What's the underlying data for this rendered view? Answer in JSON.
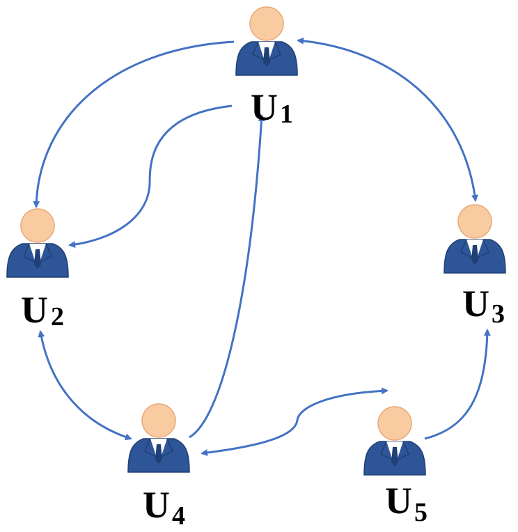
{
  "colors": {
    "edge": "#4472C4",
    "suit": "#2E5597",
    "suit_dark": "#1F3F75",
    "skin": "#F9CBA0",
    "skin_outline": "#E8A878",
    "shirt": "#FFFFFF"
  },
  "nodes": [
    {
      "id": "u1",
      "label_main": "U",
      "label_sub": "1",
      "icon": "user-icon"
    },
    {
      "id": "u2",
      "label_main": "U",
      "label_sub": "2",
      "icon": "user-icon"
    },
    {
      "id": "u3",
      "label_main": "U",
      "label_sub": "3",
      "icon": "user-icon"
    },
    {
      "id": "u4",
      "label_main": "U",
      "label_sub": "4",
      "icon": "user-icon"
    },
    {
      "id": "u5",
      "label_main": "U",
      "label_sub": "5",
      "icon": "user-icon"
    }
  ],
  "edges": [
    {
      "from": "u1",
      "to": "u2",
      "direction": "forward"
    },
    {
      "from": "u1",
      "to": "u2",
      "direction": "forward"
    },
    {
      "from": "u1",
      "to": "u3",
      "direction": "both"
    },
    {
      "from": "u2",
      "to": "u4",
      "direction": "both"
    },
    {
      "from": "u4",
      "to": "u1",
      "direction": "forward"
    },
    {
      "from": "u4",
      "to": "u5",
      "direction": "both"
    },
    {
      "from": "u5",
      "to": "u3",
      "direction": "forward"
    }
  ]
}
